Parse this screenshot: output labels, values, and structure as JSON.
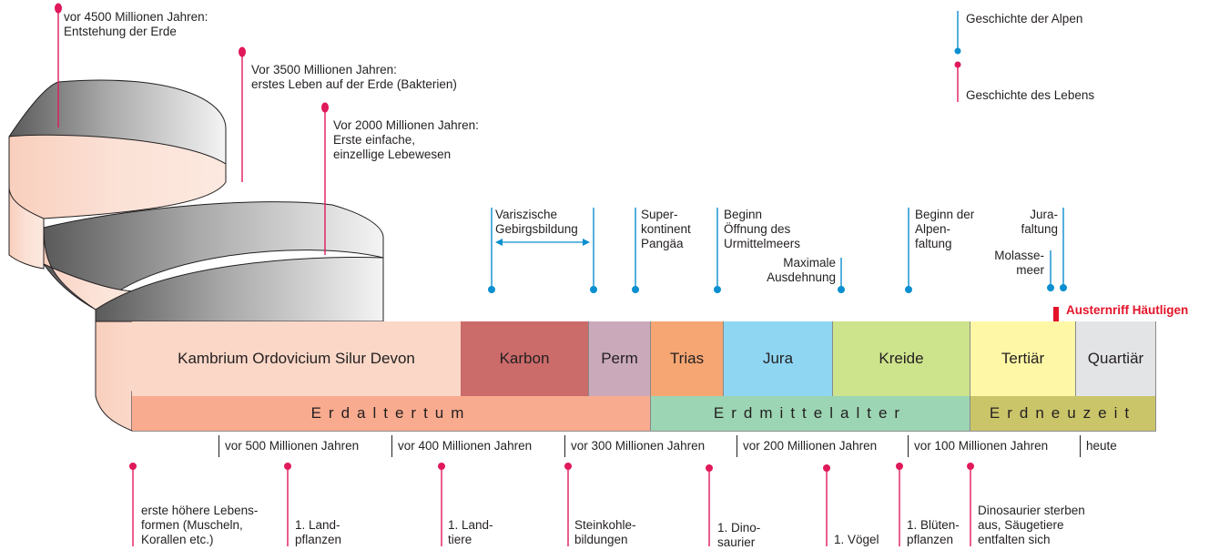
{
  "legend": {
    "alpen": "Geschichte der Alpen",
    "leben": "Geschichte des Lebens",
    "alpen_color": "#0a8fd0",
    "leben_color": "#e0195a"
  },
  "spiral_events": [
    {
      "text": "vor 4500 Millionen Jahren:\nEntstehung der Erde"
    },
    {
      "text": "Vor 3500 Millionen Jahren:\nerstes Leben auf der Erde (Bakterien)"
    },
    {
      "text": "Vor 2000 Millionen Jahren:\nErste einfache,\neinzellige Lebewesen"
    }
  ],
  "alps_events": [
    {
      "text": "Variszische\nGebirgsbildung"
    },
    {
      "text": "Super-\nkontinent\nPangäa"
    },
    {
      "text": "Beginn\nÖffnung des\nUrmittelmeers"
    },
    {
      "text": "Maximale\nAusdehnung"
    },
    {
      "text": "Beginn der\nAlpen-\nfaltung"
    },
    {
      "text": "Jura-\nfaltung"
    },
    {
      "text": "Molasse-\nmeer"
    }
  ],
  "marker": {
    "text": "Austernriff Häutligen",
    "color": "#e3142a"
  },
  "periods": [
    {
      "name": "Kambrium Ordovicium Silur Devon",
      "color": "#fbd7c7"
    },
    {
      "name": "Karbon",
      "color": "#cb6b6a"
    },
    {
      "name": "Perm",
      "color": "#caa9bb"
    },
    {
      "name": "Trias",
      "color": "#f5a673"
    },
    {
      "name": "Jura",
      "color": "#8fd6f3"
    },
    {
      "name": "Kreide",
      "color": "#cde38c"
    },
    {
      "name": "Tertiär",
      "color": "#fdf7a6"
    },
    {
      "name": "Quartiär",
      "color": "#e3e4e6"
    }
  ],
  "eras": [
    {
      "name": "Erdaltertum",
      "color": "#f8ab8f"
    },
    {
      "name": "Erdmittelalter",
      "color": "#9cd5b3"
    },
    {
      "name": "Erdneuzeit",
      "color": "#cbc56a"
    }
  ],
  "ticks": [
    "vor 500 Millionen Jahren",
    "vor 400 Millionen Jahren",
    "vor 300 Millionen Jahren",
    "vor 200 Millionen Jahren",
    "vor 100 Millionen Jahren",
    "heute"
  ],
  "life_events": [
    {
      "text": "erste höhere Lebens-\nformen (Muscheln,\nKorallen etc.)"
    },
    {
      "text": "1. Land-\npflanzen"
    },
    {
      "text": "1. Land-\ntiere"
    },
    {
      "text": "Steinkohle-\nbildungen"
    },
    {
      "text": "1. Dino-\nsaurier"
    },
    {
      "text": "1. Vögel"
    },
    {
      "text": "1. Blüten-\npflanzen"
    },
    {
      "text": "Dinosaurier sterben\naus, Säugetiere\nentfalten sich"
    }
  ]
}
